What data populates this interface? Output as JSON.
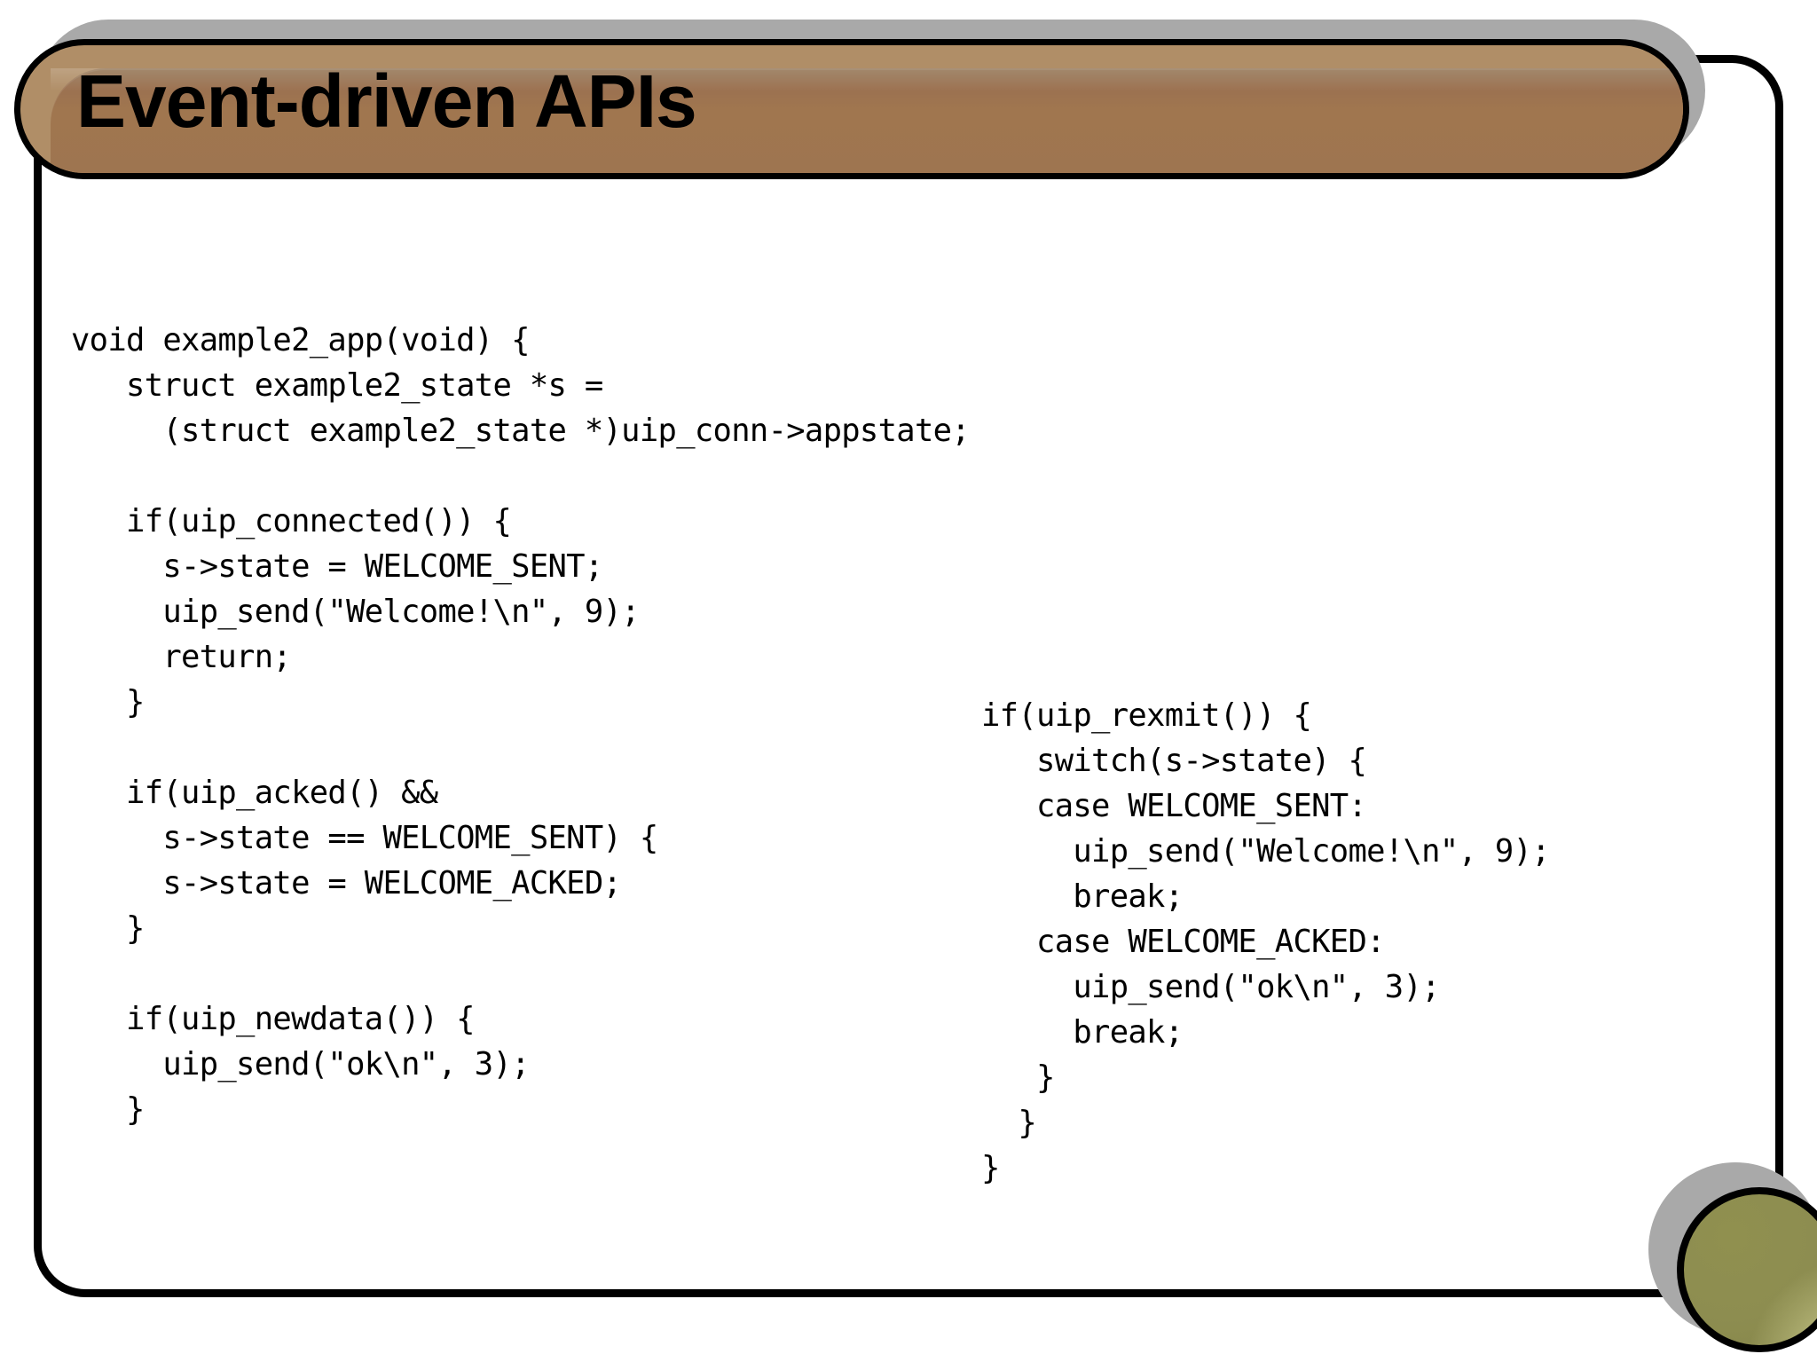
{
  "slide": {
    "title": "Event-driven APIs",
    "colors": {
      "title_bar_fill": "#9e7450",
      "title_bar_rim": "#b08e67",
      "title_bar_shadow": "#a9a9a9",
      "frame_border": "#000000",
      "page_background": "#ffffff",
      "accent_circle": "#8d8d50",
      "accent_circle_shadow": "#a9a9a9",
      "code_text": "#000000"
    },
    "decorations": {
      "corner_circle_name": "olive-accent-circle",
      "frame_name": "rounded-content-frame"
    }
  },
  "code": {
    "language": "c",
    "left_column": "void example2_app(void) {\n   struct example2_state *s =\n     (struct example2_state *)uip_conn->appstate;\n\n   if(uip_connected()) {\n     s->state = WELCOME_SENT;\n     uip_send(\"Welcome!\\n\", 9);\n     return;\n   }\n\n   if(uip_acked() &&\n     s->state == WELCOME_SENT) {\n     s->state = WELCOME_ACKED;\n   }\n\n   if(uip_newdata()) {\n     uip_send(\"ok\\n\", 3);\n   }",
    "right_column": "if(uip_rexmit()) {\n   switch(s->state) {\n   case WELCOME_SENT:\n     uip_send(\"Welcome!\\n\", 9);\n     break;\n   case WELCOME_ACKED:\n     uip_send(\"ok\\n\", 3);\n     break;\n   }\n  }\n}"
  }
}
